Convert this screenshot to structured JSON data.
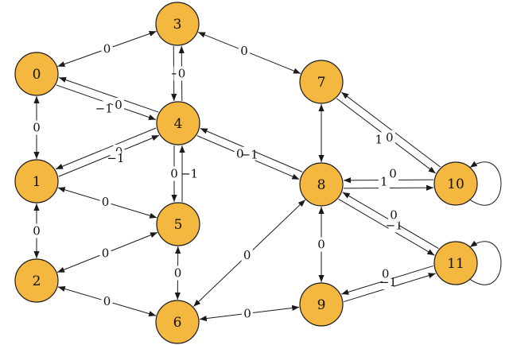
{
  "graph": {
    "node_color": "#F4B73F",
    "stroke_color": "#1a1a1a",
    "nodes": [
      {
        "id": "0",
        "label": "0"
      },
      {
        "id": "1",
        "label": "1"
      },
      {
        "id": "2",
        "label": "2"
      },
      {
        "id": "3",
        "label": "3"
      },
      {
        "id": "4",
        "label": "4"
      },
      {
        "id": "5",
        "label": "5"
      },
      {
        "id": "6",
        "label": "6"
      },
      {
        "id": "7",
        "label": "7"
      },
      {
        "id": "8",
        "label": "8"
      },
      {
        "id": "9",
        "label": "9"
      },
      {
        "id": "10",
        "label": "10"
      },
      {
        "id": "11",
        "label": "11"
      }
    ],
    "edges": [
      {
        "id": "e0_3",
        "from": "0",
        "to": "3",
        "label": "0",
        "bidirectional": true
      },
      {
        "id": "e0_1",
        "from": "0",
        "to": "1",
        "label": "0",
        "bidirectional": true
      },
      {
        "id": "e0_4",
        "from": "0",
        "to": "4",
        "label": "−1",
        "bidirectional": false
      },
      {
        "id": "e4_0",
        "from": "4",
        "to": "0",
        "label": "0",
        "bidirectional": false
      },
      {
        "id": "e3_4",
        "from": "3",
        "to": "4",
        "label": "−1",
        "bidirectional": false
      },
      {
        "id": "e4_3",
        "from": "4",
        "to": "3",
        "label": "0",
        "bidirectional": false
      },
      {
        "id": "e3_7",
        "from": "3",
        "to": "7",
        "label": "0",
        "bidirectional": true
      },
      {
        "id": "e4_1",
        "from": "4",
        "to": "1",
        "label": "0",
        "bidirectional": false
      },
      {
        "id": "e1_4",
        "from": "1",
        "to": "4",
        "label": "−1",
        "bidirectional": false
      },
      {
        "id": "e4_5",
        "from": "4",
        "to": "5",
        "label": "0",
        "bidirectional": false
      },
      {
        "id": "e5_4",
        "from": "5",
        "to": "4",
        "label": "−1",
        "bidirectional": false
      },
      {
        "id": "e4_8",
        "from": "4",
        "to": "8",
        "label": "0",
        "bidirectional": false
      },
      {
        "id": "e8_4",
        "from": "8",
        "to": "4",
        "label": "−1",
        "bidirectional": false
      },
      {
        "id": "e1_5",
        "from": "1",
        "to": "5",
        "label": "0",
        "bidirectional": true
      },
      {
        "id": "e1_2",
        "from": "1",
        "to": "2",
        "label": "0",
        "bidirectional": true
      },
      {
        "id": "e2_5",
        "from": "2",
        "to": "5",
        "label": "0",
        "bidirectional": true
      },
      {
        "id": "e2_6",
        "from": "2",
        "to": "6",
        "label": "0",
        "bidirectional": true
      },
      {
        "id": "e5_6",
        "from": "5",
        "to": "6",
        "label": "0",
        "bidirectional": true
      },
      {
        "id": "e6_8",
        "from": "6",
        "to": "8",
        "label": "0",
        "bidirectional": true
      },
      {
        "id": "e6_9",
        "from": "6",
        "to": "9",
        "label": "0",
        "bidirectional": true
      },
      {
        "id": "e7_8",
        "from": "7",
        "to": "8",
        "label": "",
        "bidirectional": true
      },
      {
        "id": "e7_10",
        "from": "7",
        "to": "10",
        "label": "1",
        "bidirectional": false
      },
      {
        "id": "e10_7",
        "from": "10",
        "to": "7",
        "label": "0",
        "bidirectional": false
      },
      {
        "id": "e8_10",
        "from": "8",
        "to": "10",
        "label": "1",
        "bidirectional": false
      },
      {
        "id": "e10_8",
        "from": "10",
        "to": "8",
        "label": "0",
        "bidirectional": false
      },
      {
        "id": "e8_11",
        "from": "8",
        "to": "11",
        "label": "−1",
        "bidirectional": false
      },
      {
        "id": "e11_8",
        "from": "11",
        "to": "8",
        "label": "0",
        "bidirectional": false
      },
      {
        "id": "e8_9",
        "from": "8",
        "to": "9",
        "label": "0",
        "bidirectional": true
      },
      {
        "id": "e9_11",
        "from": "9",
        "to": "11",
        "label": "−1",
        "bidirectional": false
      },
      {
        "id": "e11_9",
        "from": "11",
        "to": "9",
        "label": "0",
        "bidirectional": false
      },
      {
        "id": "e10_10",
        "from": "10",
        "to": "10",
        "label": "",
        "bidirectional": false
      },
      {
        "id": "e11_11",
        "from": "11",
        "to": "11",
        "label": "",
        "bidirectional": false
      }
    ]
  }
}
